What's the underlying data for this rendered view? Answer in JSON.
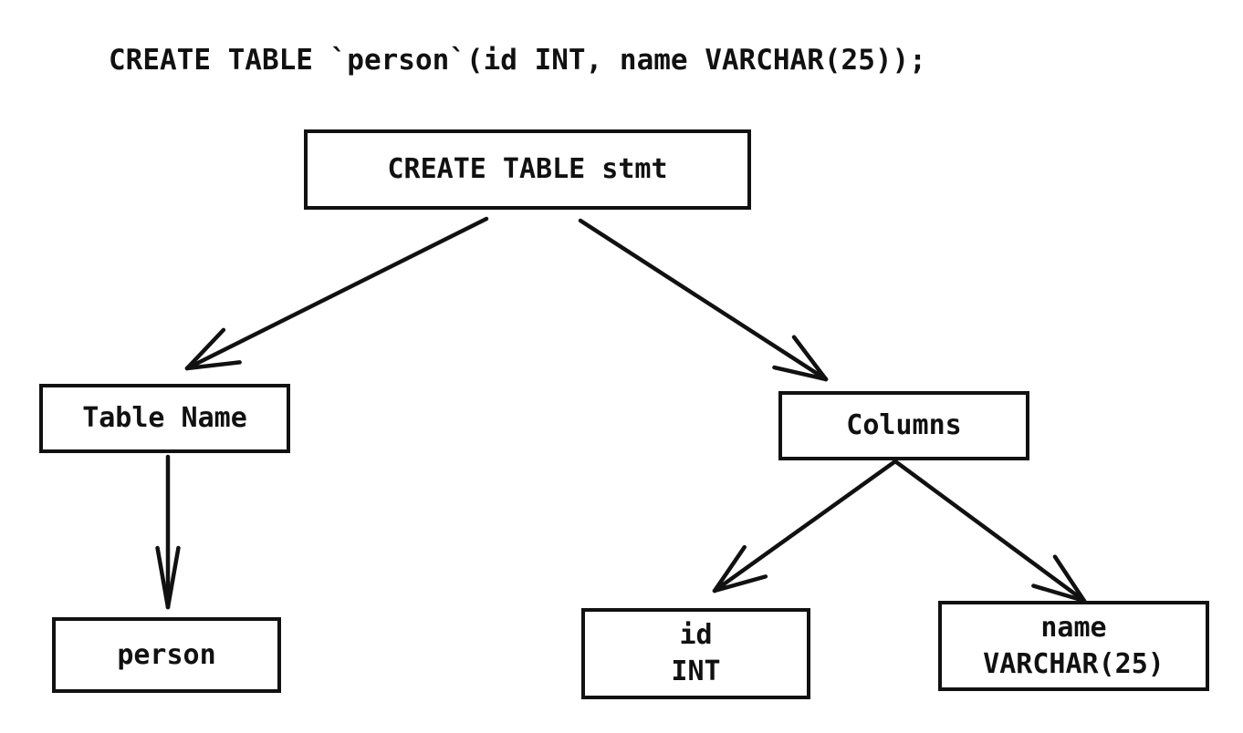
{
  "sql_statement": "CREATE TABLE `person`(id INT, name VARCHAR(25));",
  "diagram": {
    "nodes": [
      {
        "id": "stmt",
        "label": "CREATE TABLE stmt"
      },
      {
        "id": "table-name",
        "label": "Table Name"
      },
      {
        "id": "columns",
        "label": "Columns"
      },
      {
        "id": "person",
        "label": "person"
      },
      {
        "id": "id-int",
        "label": "id\nINT"
      },
      {
        "id": "name-varchar",
        "label": "name\nVARCHAR(25)"
      }
    ],
    "edges": [
      {
        "from": "stmt",
        "to": "table-name"
      },
      {
        "from": "stmt",
        "to": "columns"
      },
      {
        "from": "table-name",
        "to": "person"
      },
      {
        "from": "columns",
        "to": "id-int"
      },
      {
        "from": "columns",
        "to": "name-varchar"
      }
    ]
  },
  "colors": {
    "ink": "#111111",
    "background": "#ffffff"
  }
}
